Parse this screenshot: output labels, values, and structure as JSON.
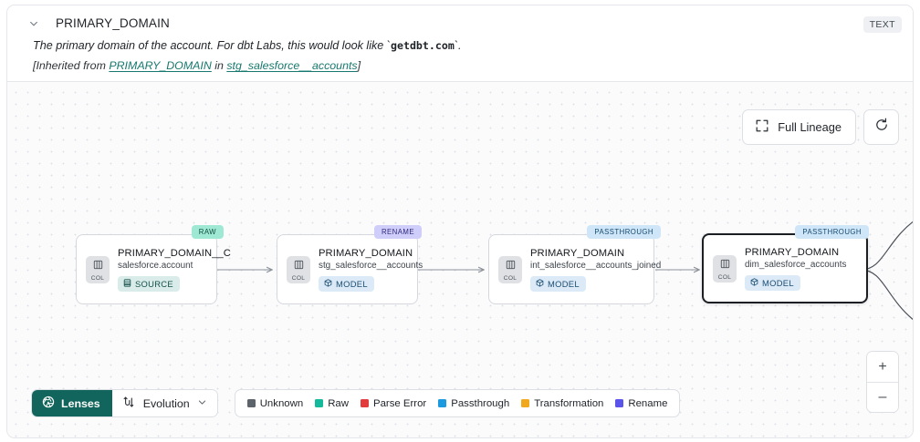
{
  "header": {
    "title": "PRIMARY_DOMAIN",
    "type_badge": "TEXT",
    "chevron_icon": "chevron-down-icon",
    "description_prefix": "The primary domain of the account. For dbt Labs, this would look like `",
    "description_code": "getdbt.com",
    "description_suffix": "`.",
    "inherited_prefix": "[Inherited from ",
    "inherited_link_column": "PRIMARY_DOMAIN",
    "inherited_middle": " in ",
    "inherited_link_model": "stg_salesforce__accounts",
    "inherited_suffix": "]",
    "link_color": "#16786e"
  },
  "canvas": {
    "full_lineage_label": "Full Lineage",
    "full_lineage_icon": "expand-icon",
    "refresh_icon": "refresh-icon",
    "zoom_in_label": "+",
    "zoom_out_label": "–",
    "col_badge_label": "COL",
    "col_badge_icon": "column-icon",
    "nodes": [
      {
        "tag": "RAW",
        "tag_style": "raw",
        "name": "PRIMARY_DOMAIN__C",
        "subtitle": "salesforce.account",
        "type_label": "SOURCE",
        "type_style": "source",
        "type_icon": "database-icon",
        "selected": false
      },
      {
        "tag": "RENAME",
        "tag_style": "rename",
        "name": "PRIMARY_DOMAIN",
        "subtitle": "stg_salesforce__accounts",
        "type_label": "MODEL",
        "type_style": "model",
        "type_icon": "cube-icon",
        "selected": false
      },
      {
        "tag": "PASSTHROUGH",
        "tag_style": "passthrough",
        "name": "PRIMARY_DOMAIN",
        "subtitle": "int_salesforce__accounts_joined",
        "type_label": "MODEL",
        "type_style": "model",
        "type_icon": "cube-icon",
        "selected": false
      },
      {
        "tag": "PASSTHROUGH",
        "tag_style": "passthrough",
        "name": "PRIMARY_DOMAIN",
        "subtitle": "dim_salesforce_accounts",
        "type_label": "MODEL",
        "type_style": "model",
        "type_icon": "cube-icon",
        "selected": true
      }
    ]
  },
  "toolbar": {
    "lenses_label": "Lenses",
    "lenses_icon": "aperture-icon",
    "lenses_bg": "#12655c",
    "evolution_label": "Evolution",
    "evolution_icon": "evolution-flow-icon",
    "evolution_chevron": "chevron-down-icon"
  },
  "legend": {
    "items": [
      {
        "label": "Unknown",
        "color": "#5c636b"
      },
      {
        "label": "Raw",
        "color": "#14b89a"
      },
      {
        "label": "Parse Error",
        "color": "#e23c3c"
      },
      {
        "label": "Passthrough",
        "color": "#1b9ae0"
      },
      {
        "label": "Transformation",
        "color": "#f0a91c"
      },
      {
        "label": "Rename",
        "color": "#5b54ea"
      }
    ]
  }
}
